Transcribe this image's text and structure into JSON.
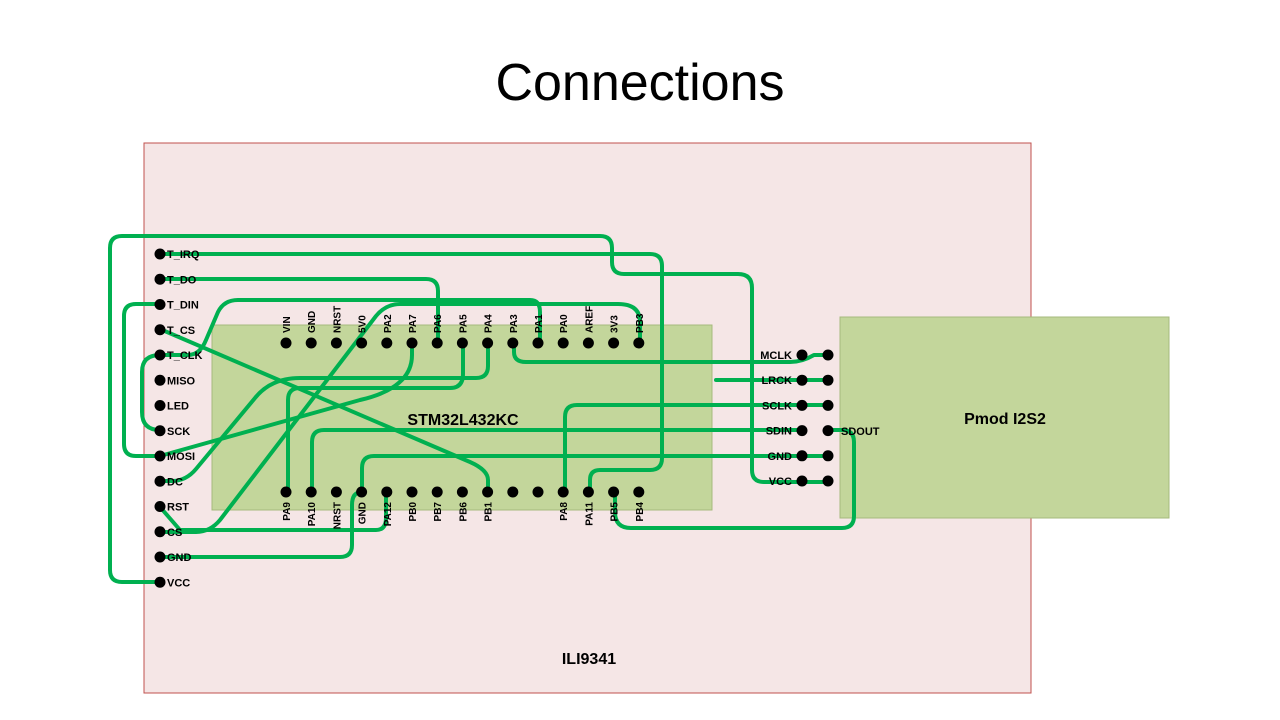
{
  "title": "Connections",
  "colors": {
    "display_board": "#f5e6e6",
    "display_border": "#c0504d",
    "mcu_board": "#c3d69b",
    "mcu_border": "#a6b97d",
    "pmod_board": "#c3d69b",
    "pmod_border": "#a6b97d",
    "wire": "#00b050",
    "pin": "#000000"
  },
  "boards": {
    "display": "ILI9341",
    "mcu": "STM32L432KC",
    "pmod": "Pmod I2S2"
  },
  "display_pins": [
    "T_IRQ",
    "T_DO",
    "T_DIN",
    "T_CS",
    "T_CLK",
    "MISO",
    "LED",
    "SCK",
    "MOSI",
    "DC",
    "RST",
    "CS",
    "GND",
    "VCC"
  ],
  "mcu_top_pins": [
    "VIN",
    "GND",
    "NRST",
    "5V0",
    "PA2",
    "PA7",
    "PA6",
    "PA5",
    "PA4",
    "PA3",
    "PA1",
    "PA0",
    "AREF",
    "3V3",
    "PB3"
  ],
  "mcu_bottom_pins": [
    "PA9",
    "PA10",
    "NRST",
    "GND",
    "PA12",
    "PB0",
    "PB7",
    "PB6",
    "PB1",
    "",
    "",
    "PA8",
    "PA11",
    "PB5",
    "PB4"
  ],
  "pmod_left_pins": [
    "MCLK",
    "LRCK",
    "SCLK",
    "SDIN",
    "GND",
    "VCC"
  ],
  "pmod_right_label": "SDOUT"
}
